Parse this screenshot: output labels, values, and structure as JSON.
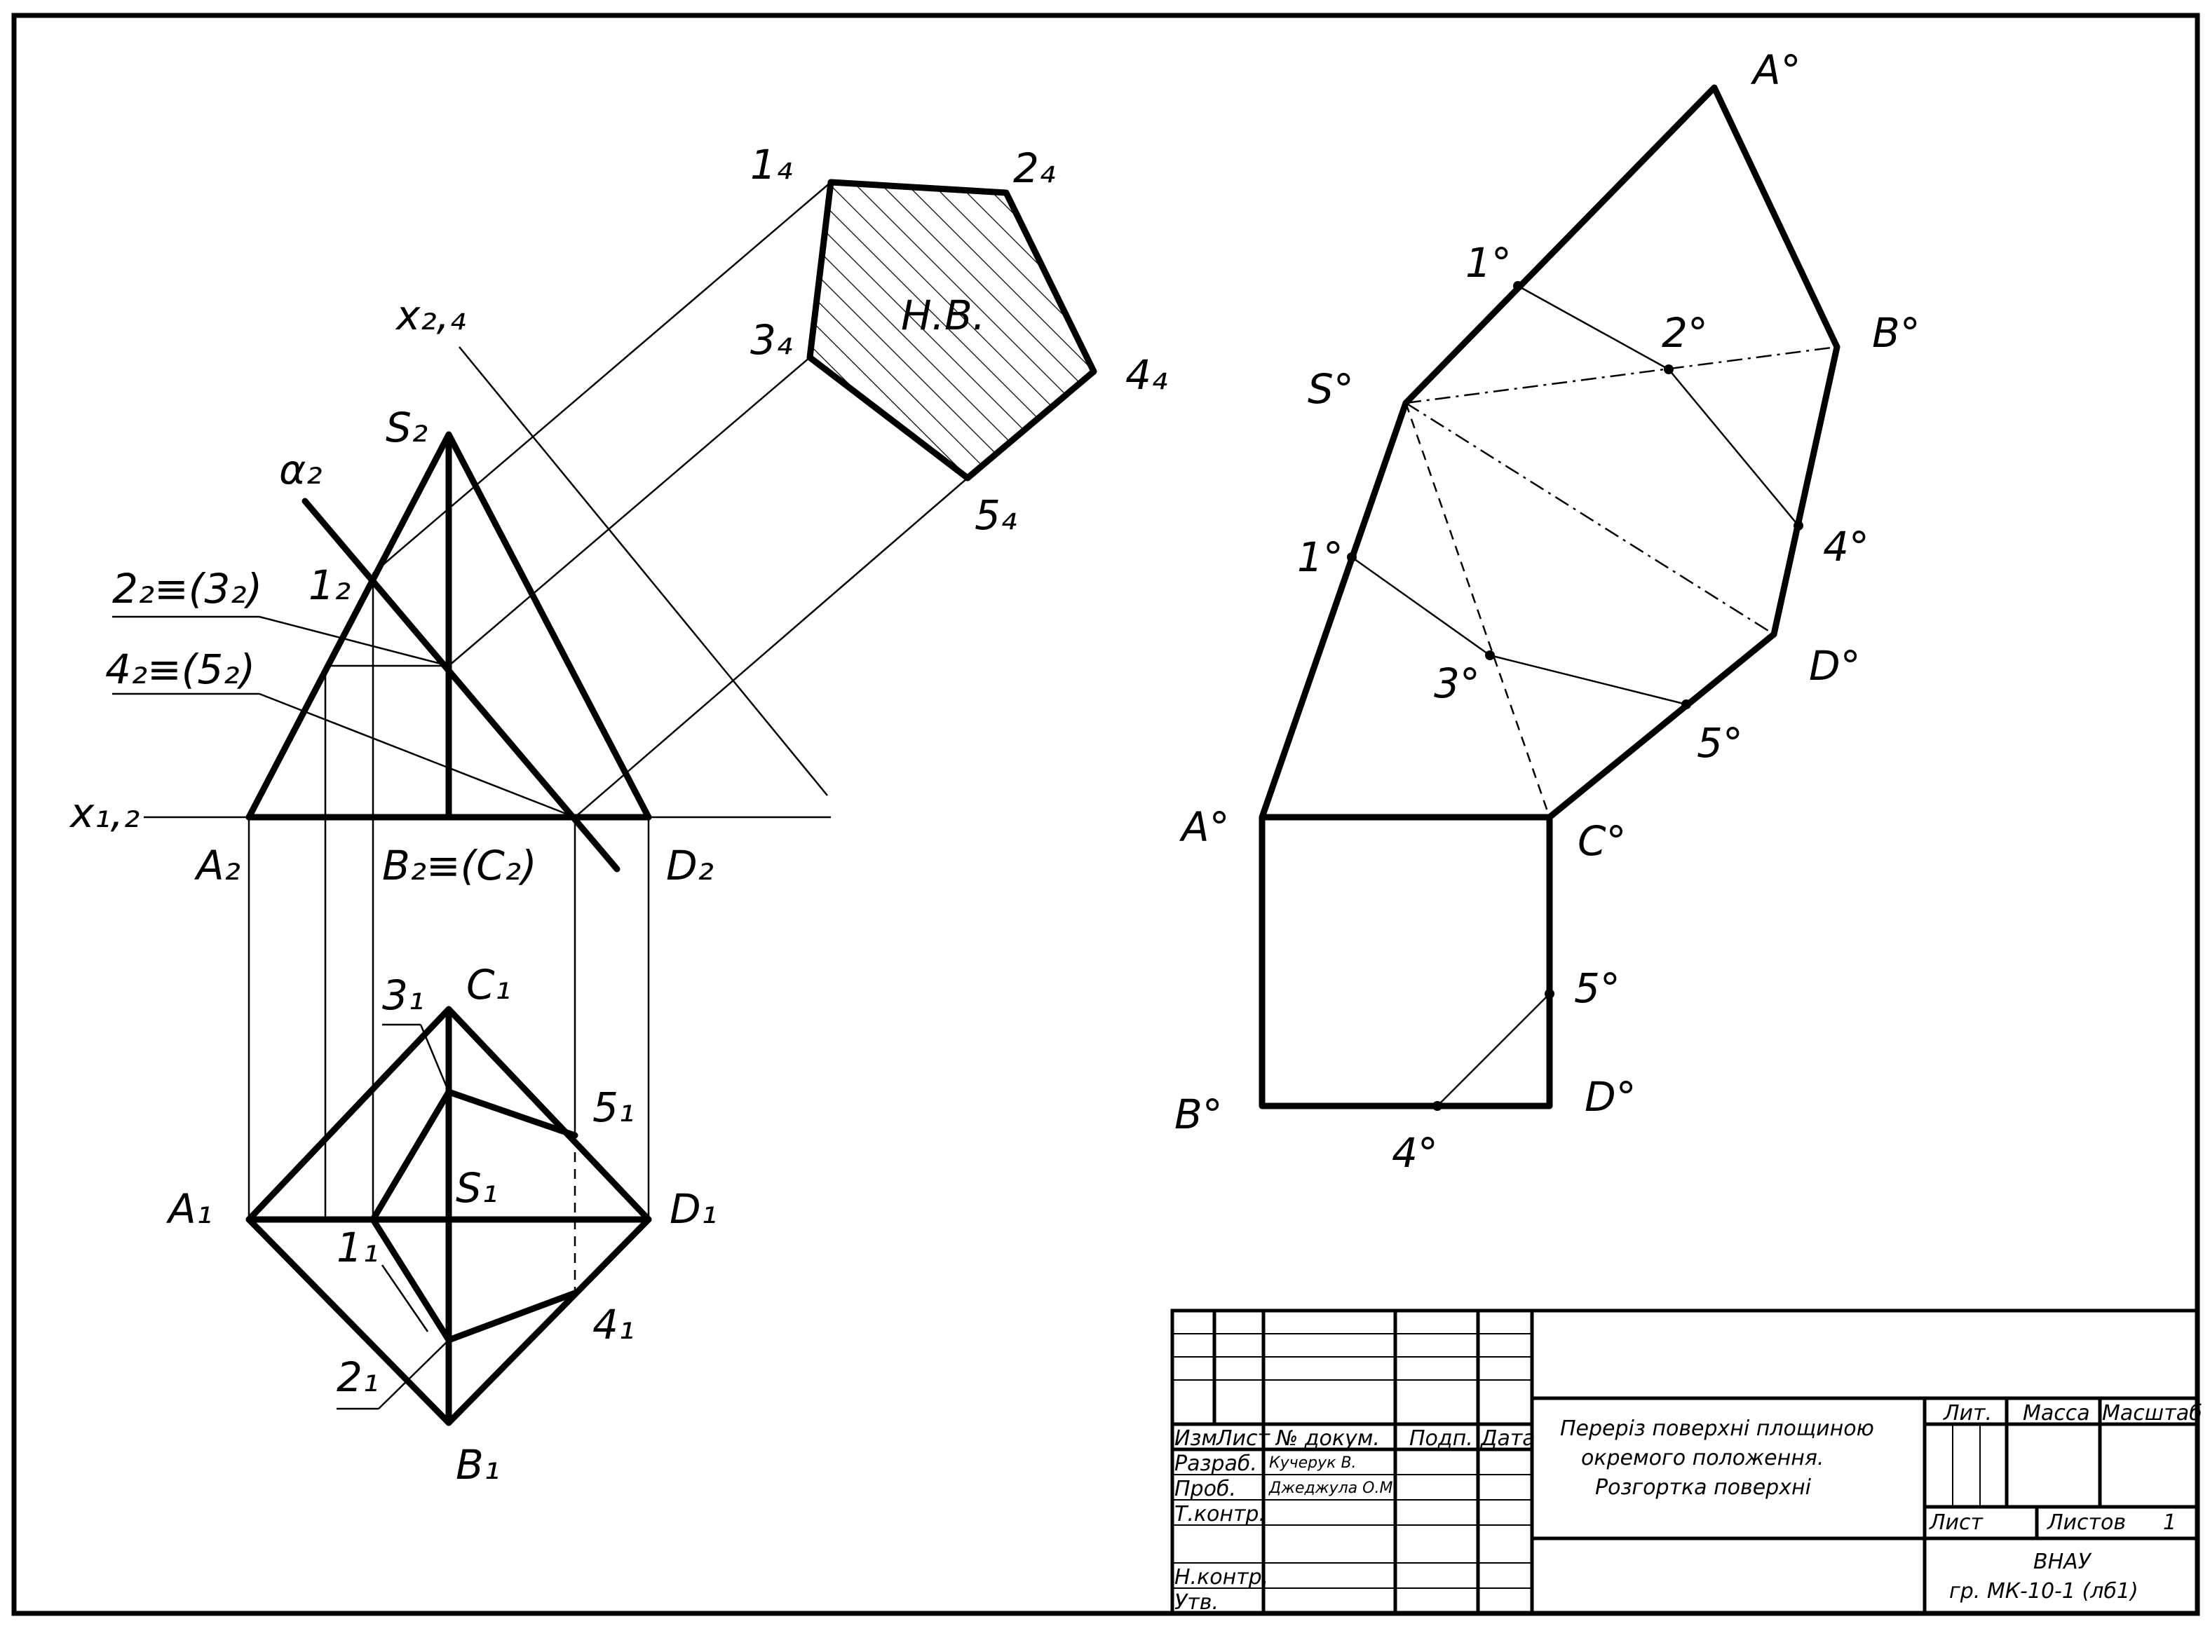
{
  "labels": {
    "x12": "x₁,₂",
    "x24": "x₂,₄",
    "alpha2": "α₂",
    "S2": "S₂",
    "p1_2": "1₂",
    "p23_2": "2₂≡(3₂)",
    "p45_2": "4₂≡(5₂)",
    "A2": "A₂",
    "BC2": "B₂≡(C₂)",
    "D2": "D₂",
    "p1_4": "1₄",
    "p2_4": "2₄",
    "p3_4": "3₄",
    "p4_4": "4₄",
    "p5_4": "5₄",
    "nv": "Н.В.",
    "C1": "C₁",
    "p3_1": "3₁",
    "p5_1": "5₁",
    "A1": "A₁",
    "S1": "S₁",
    "D1": "D₁",
    "p1_1": "1₁",
    "p4_1": "4₁",
    "p2_1": "2₁",
    "B1": "B₁"
  },
  "development": {
    "A_top": "A°",
    "one_top": "1°",
    "two": "2°",
    "B_top": "B°",
    "S": "S°",
    "one_mid": "1°",
    "four_top": "4°",
    "three": "3°",
    "D_top": "D°",
    "five_top": "5°",
    "A_base": "A°",
    "C_base": "C°",
    "five_base": "5°",
    "B_base": "B°",
    "D_base": "D°",
    "four_base": "4°"
  },
  "title_block": {
    "col_headers": [
      "Изм",
      "Лист",
      "№ докум.",
      "Подп.",
      "Дата"
    ],
    "rows": [
      {
        "role": "Разраб.",
        "name": "Кучерук В."
      },
      {
        "role": "Проб.",
        "name": "Джеджула О.М."
      },
      {
        "role": "Т.контр.",
        "name": ""
      },
      {
        "role": "",
        "name": ""
      },
      {
        "role": "Н.контр.",
        "name": ""
      },
      {
        "role": "Утв.",
        "name": ""
      }
    ],
    "title_lines": [
      "Переріз поверхні площиною",
      "окремого положення.",
      "Розгортка поверхні"
    ],
    "lit": "Лит.",
    "mass": "Масса",
    "scale": "Масштаб",
    "sheet": "Лист",
    "sheets": "Листов",
    "sheets_count": "1",
    "org_lines": [
      "ВНАУ",
      "гр. МК-10-1 (лб1)"
    ]
  }
}
